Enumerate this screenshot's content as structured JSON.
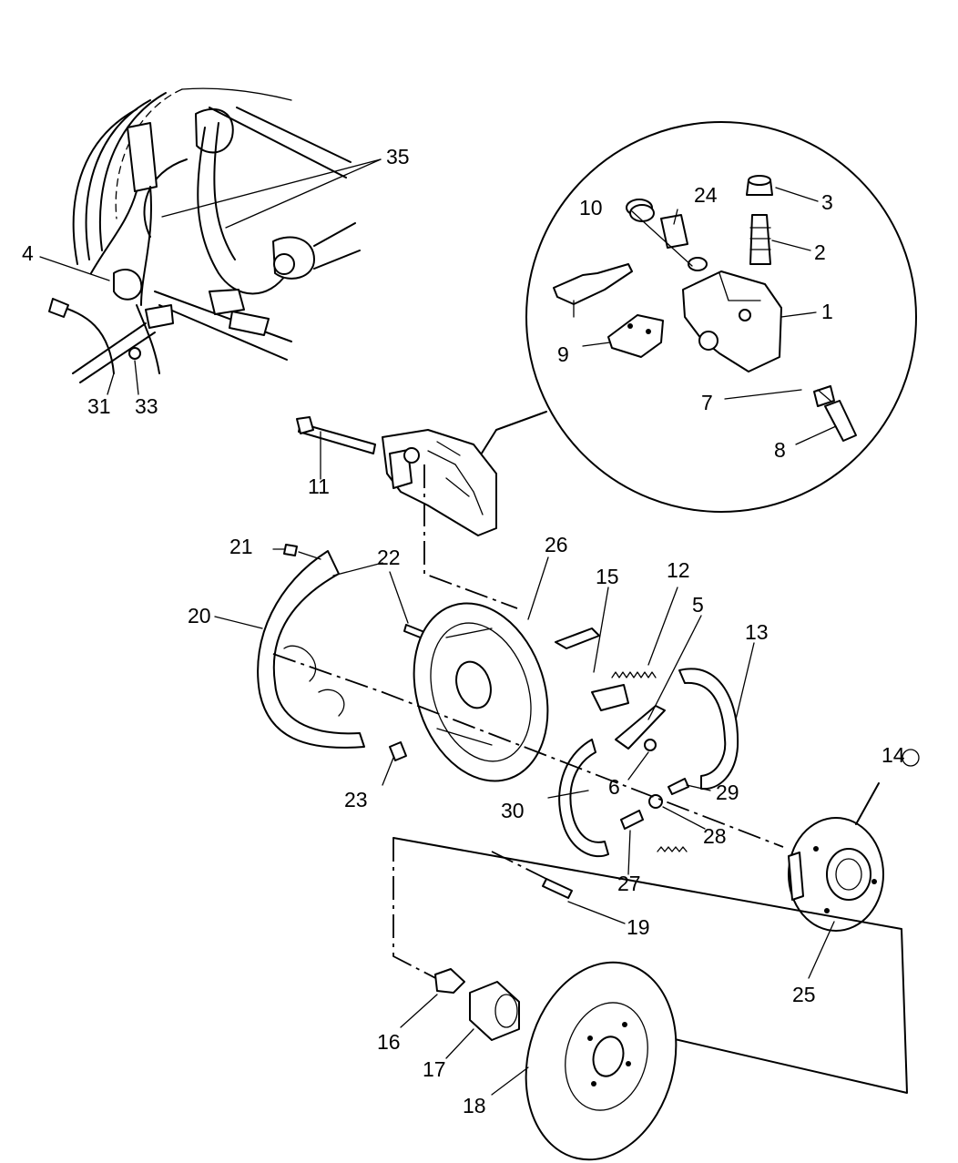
{
  "diagram": {
    "callouts": [
      {
        "id": "1",
        "label": "1"
      },
      {
        "id": "2",
        "label": "2"
      },
      {
        "id": "3",
        "label": "3"
      },
      {
        "id": "4",
        "label": "4"
      },
      {
        "id": "5",
        "label": "5"
      },
      {
        "id": "6",
        "label": "6"
      },
      {
        "id": "7",
        "label": "7"
      },
      {
        "id": "8",
        "label": "8"
      },
      {
        "id": "9",
        "label": "9"
      },
      {
        "id": "10",
        "label": "10"
      },
      {
        "id": "11",
        "label": "11"
      },
      {
        "id": "12",
        "label": "12"
      },
      {
        "id": "13",
        "label": "13"
      },
      {
        "id": "14",
        "label": "14"
      },
      {
        "id": "15",
        "label": "15"
      },
      {
        "id": "16",
        "label": "16"
      },
      {
        "id": "17",
        "label": "17"
      },
      {
        "id": "18",
        "label": "18"
      },
      {
        "id": "19",
        "label": "19"
      },
      {
        "id": "20",
        "label": "20"
      },
      {
        "id": "21",
        "label": "21"
      },
      {
        "id": "22",
        "label": "22"
      },
      {
        "id": "23",
        "label": "23"
      },
      {
        "id": "24",
        "label": "24"
      },
      {
        "id": "25",
        "label": "25"
      },
      {
        "id": "26",
        "label": "26"
      },
      {
        "id": "27",
        "label": "27"
      },
      {
        "id": "28",
        "label": "28"
      },
      {
        "id": "29",
        "label": "29"
      },
      {
        "id": "30",
        "label": "30"
      },
      {
        "id": "31",
        "label": "31"
      },
      {
        "id": "33",
        "label": "33"
      },
      {
        "id": "35",
        "label": "35"
      }
    ]
  }
}
